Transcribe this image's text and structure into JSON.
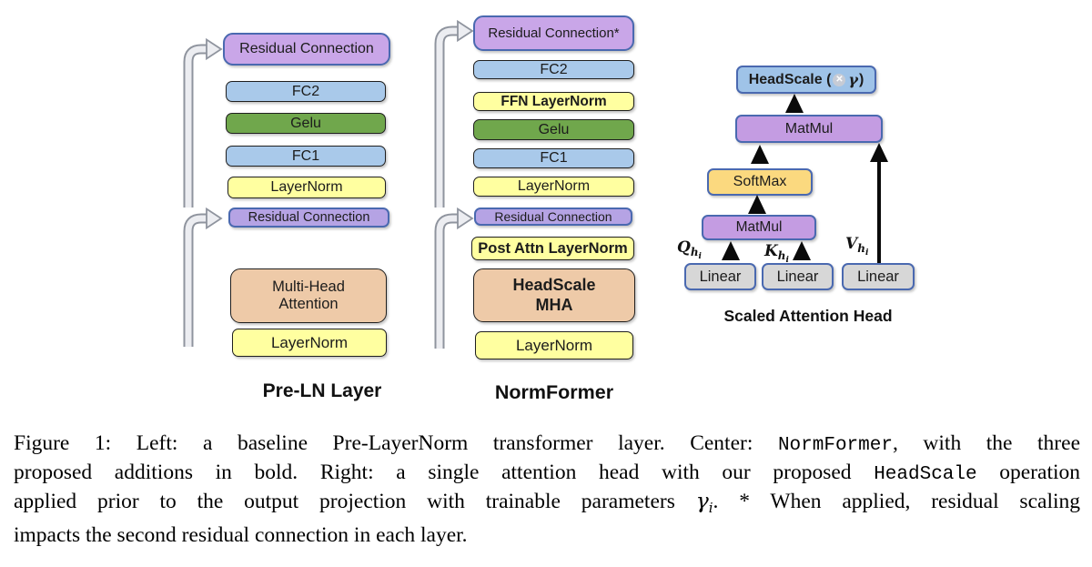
{
  "palette": {
    "residual_purple": "#c9a6e8",
    "residual_purple_small": "#b5a3e4",
    "fc_blue": "#a9c9ea",
    "gelu_green": "#70a74c",
    "layernorm_yellow": "#ffffa0",
    "attention_peach": "#eecaa8",
    "headscale_blue": "#9fc3e8",
    "matmul_purple": "#c49ce2",
    "softmax_tan": "#fbd97f",
    "linear_gray": "#d7d7d7",
    "blue_border": "#4a69b0",
    "dark_border": "#1f1f1f",
    "skip_arrow_fill": "#ecedf1",
    "skip_arrow_stroke": "#8f949e",
    "flow_arrow_black": "#0a0a0a"
  },
  "diagram": {
    "pre_ln": {
      "label": "Pre-LN Layer",
      "boxes": {
        "residual_top": "Residual Connection",
        "fc2": "FC2",
        "gelu": "Gelu",
        "fc1": "FC1",
        "layernorm_ffn": "LayerNorm",
        "residual_attn": "Residual Connection",
        "mha": "Multi-Head\nAttention",
        "layernorm_attn": "LayerNorm"
      }
    },
    "normformer": {
      "label": "NormFormer",
      "boxes": {
        "residual_top": "Residual Connection*",
        "fc2": "FC2",
        "ffn_layernorm": "FFN LayerNorm",
        "gelu": "Gelu",
        "fc1": "FC1",
        "layernorm_ffn": "LayerNorm",
        "residual_attn": "Residual Connection",
        "post_attn_layernorm": "Post Attn LayerNorm",
        "headscale_mha": "HeadScale\nMHA",
        "layernorm_attn": "LayerNorm"
      }
    },
    "attention_head": {
      "label": "Scaled Attention Head",
      "headscale": {
        "prefix": "HeadScale (",
        "otimes": "✕",
        "gamma": "γ",
        "suffix": ")"
      },
      "matmul_top": "MatMul",
      "softmax": "SoftMax",
      "matmul_bottom": "MatMul",
      "linear_q": "Linear",
      "linear_k": "Linear",
      "linear_v": "Linear",
      "inputs": [
        {
          "base": "Q",
          "sub": "h",
          "subsub": "i"
        },
        {
          "base": "K",
          "sub": "h",
          "subsub": "i"
        },
        {
          "base": "V",
          "sub": "h",
          "subsub": "i"
        }
      ]
    }
  },
  "caption": {
    "line1": {
      "s0": "Figure 1: Left: a baseline Pre-LayerNorm transformer layer. Center: ",
      "s1": "NormFormer",
      "s2": ", with the three"
    },
    "line2": {
      "s0": "proposed additions in bold. Right: a single attention head with our proposed ",
      "s1": "HeadScale",
      "s2": " operation"
    },
    "line3": {
      "s0": "applied prior to the output projection with trainable parameters ",
      "s1": "γ",
      "s2": "i",
      "s3": ". * When applied, residual scaling"
    },
    "line4": {
      "s0": "impacts the second residual connection in each layer."
    }
  }
}
